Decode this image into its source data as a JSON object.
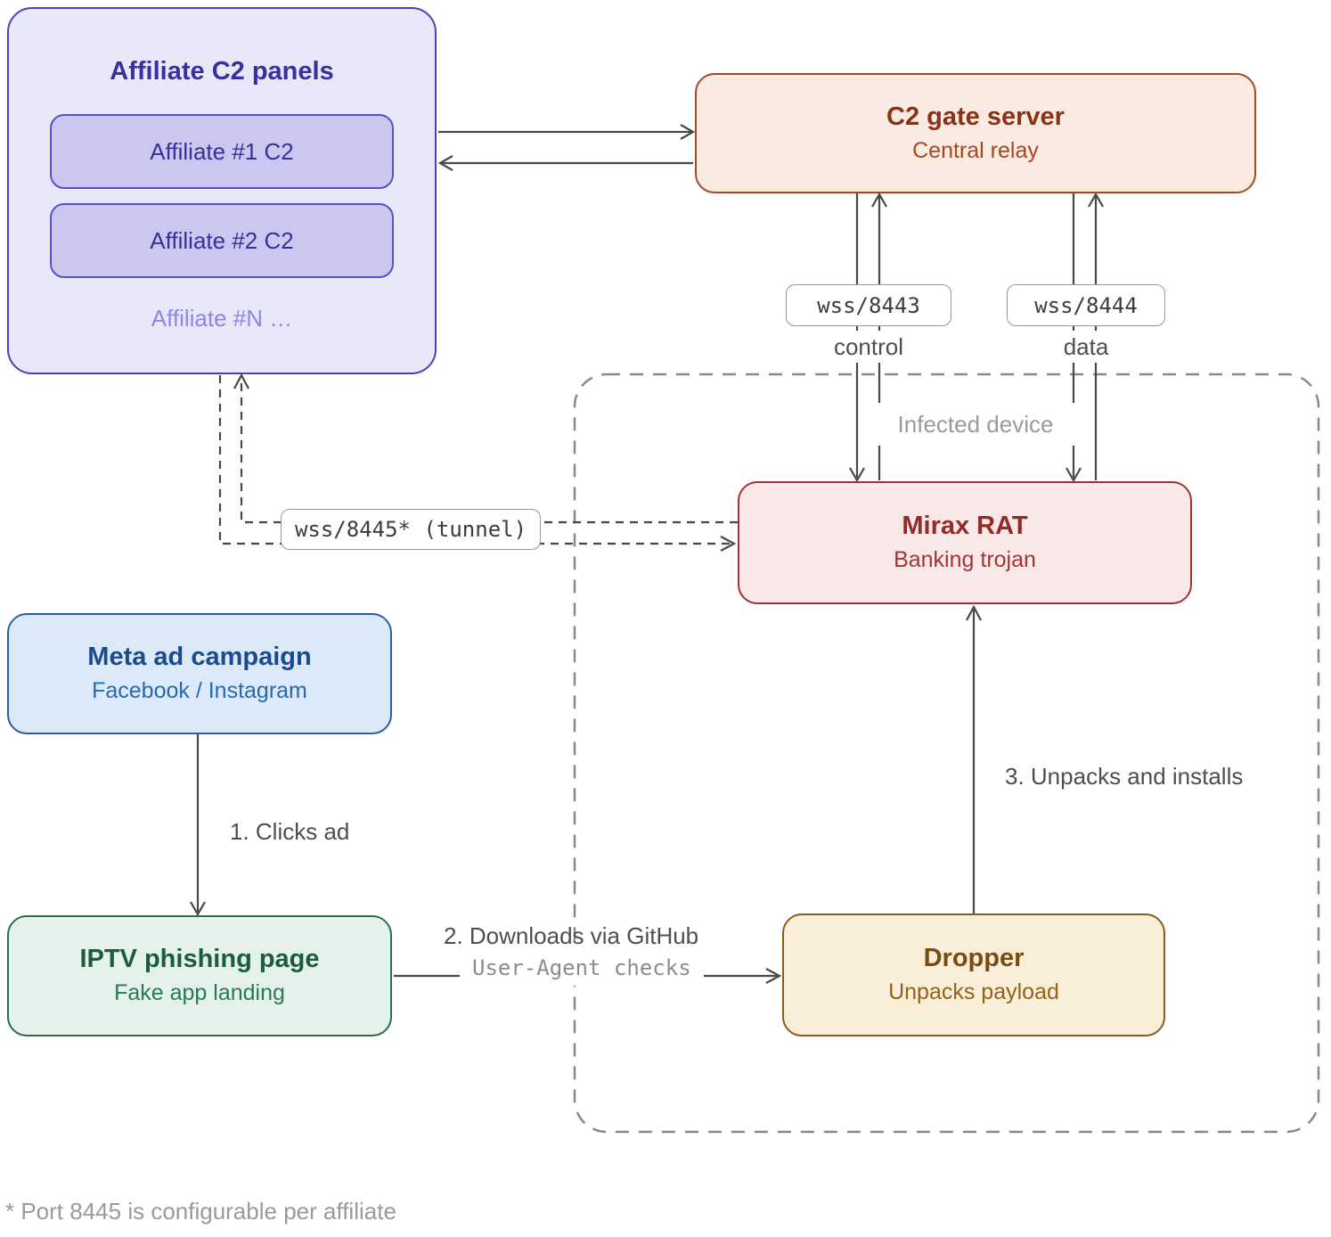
{
  "diagram": {
    "background_color": "#ffffff",
    "line_color": "#484848",
    "group": {
      "label": "Infected device",
      "border_color": "#8a8a8a"
    },
    "nodes": {
      "affiliate_panel": {
        "title": "Affiliate C2 panels",
        "items": [
          {
            "label": "Affiliate #1 C2"
          },
          {
            "label": "Affiliate #2 C2"
          }
        ],
        "more": "Affiliate #N …",
        "accent": "#4a42b4",
        "fill": "#e9e8f9"
      },
      "c2_gate": {
        "title": "C2 gate server",
        "subtitle": "Central relay",
        "accent": "#a34a20",
        "fill": "#f9eae2"
      },
      "mirax": {
        "title": "Mirax RAT",
        "subtitle": "Banking trojan",
        "accent": "#a03232",
        "fill": "#f9e8e8"
      },
      "meta": {
        "title": "Meta ad campaign",
        "subtitle": "Facebook / Instagram",
        "accent": "#2d5d9f",
        "fill": "#dce9f8"
      },
      "iptv": {
        "title": "IPTV phishing page",
        "subtitle": "Fake app landing",
        "accent": "#2e6b4e",
        "fill": "#e4f2eb"
      },
      "dropper": {
        "title": "Dropper",
        "subtitle": "Unpacks payload",
        "accent": "#8b5b1e",
        "fill": "#f9efd9"
      }
    },
    "port_labels": {
      "control_port": "wss/8443",
      "data_port": "wss/8444",
      "tunnel_port": "wss/8445* (tunnel)"
    },
    "channel_labels": {
      "control": "control",
      "data": "data"
    },
    "steps": {
      "step1": "1. Clicks ad",
      "step2_line1": "2. Downloads via GitHub",
      "step2_line2": "User-Agent checks",
      "step3": "3. Unpacks and installs"
    },
    "footnote": "* Port 8445 is configurable per affiliate"
  }
}
